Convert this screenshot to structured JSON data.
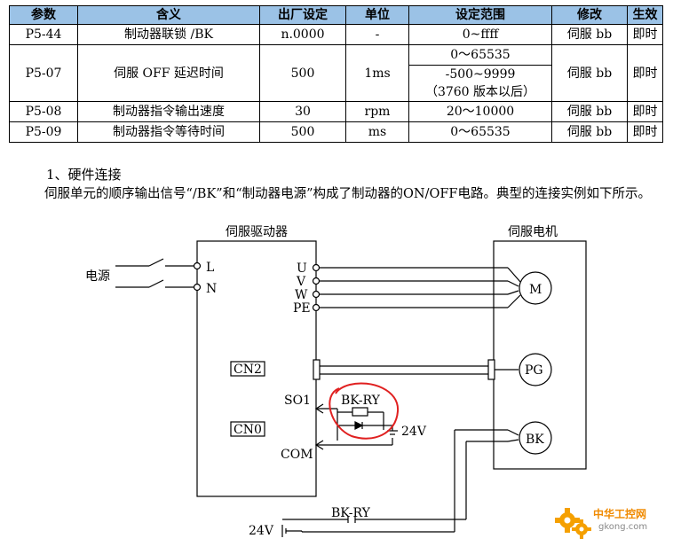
{
  "table": {
    "headers": [
      "参数",
      "含义",
      "出厂设定",
      "单位",
      "设定范围",
      "修改",
      "生效"
    ],
    "rows": [
      {
        "param": "P5-44",
        "meaning": "制动器联锁 /BK",
        "default": "n.0000",
        "unit": "-",
        "range": "0~ffff",
        "modify": "伺服 bb",
        "effect": "即时"
      },
      {
        "param": "P5-07",
        "meaning": "伺服 OFF 延迟时间",
        "default": "500",
        "unit": "1ms",
        "range_a": "0～65535",
        "range_b1": "-500~9999",
        "range_b2": "（3760 版本以后）",
        "modify": "伺服 bb",
        "effect": "即时"
      },
      {
        "param": "P5-08",
        "meaning": "制动器指令输出速度",
        "default": "30",
        "unit": "rpm",
        "range": "20～10000",
        "modify": "伺服 bb",
        "effect": "即时"
      },
      {
        "param": "P5-09",
        "meaning": "制动器指令等待时间",
        "default": "500",
        "unit": "ms",
        "range": "0～65535",
        "modify": "伺服 bb",
        "effect": "即时"
      }
    ]
  },
  "section": {
    "title": "1、硬件连接",
    "paragraph": "伺服单元的顺序输出信号“/BK”和“制动器电源”构成了制动器的ON/OFF电路。典型的连接实例如下所示。"
  },
  "diagram": {
    "driver_label": "伺服驱动器",
    "motor_label": "伺服电机",
    "power_label": "电源",
    "L": "L",
    "N": "N",
    "U": "U",
    "V": "V",
    "W": "W",
    "PE": "PE",
    "M": "M",
    "CN2": "CN2",
    "PG": "PG",
    "SO1": "SO1",
    "CN0": "CN0",
    "COM": "COM",
    "bkry_relay": "BK-RY",
    "v24_coil": "24V",
    "BK": "BK",
    "bkry_contact": "BK-RY",
    "v24_brake": "24V",
    "annotation_color": "#e02020"
  },
  "watermark": {
    "main": "中华工控网",
    "sub": "gkong.com"
  }
}
